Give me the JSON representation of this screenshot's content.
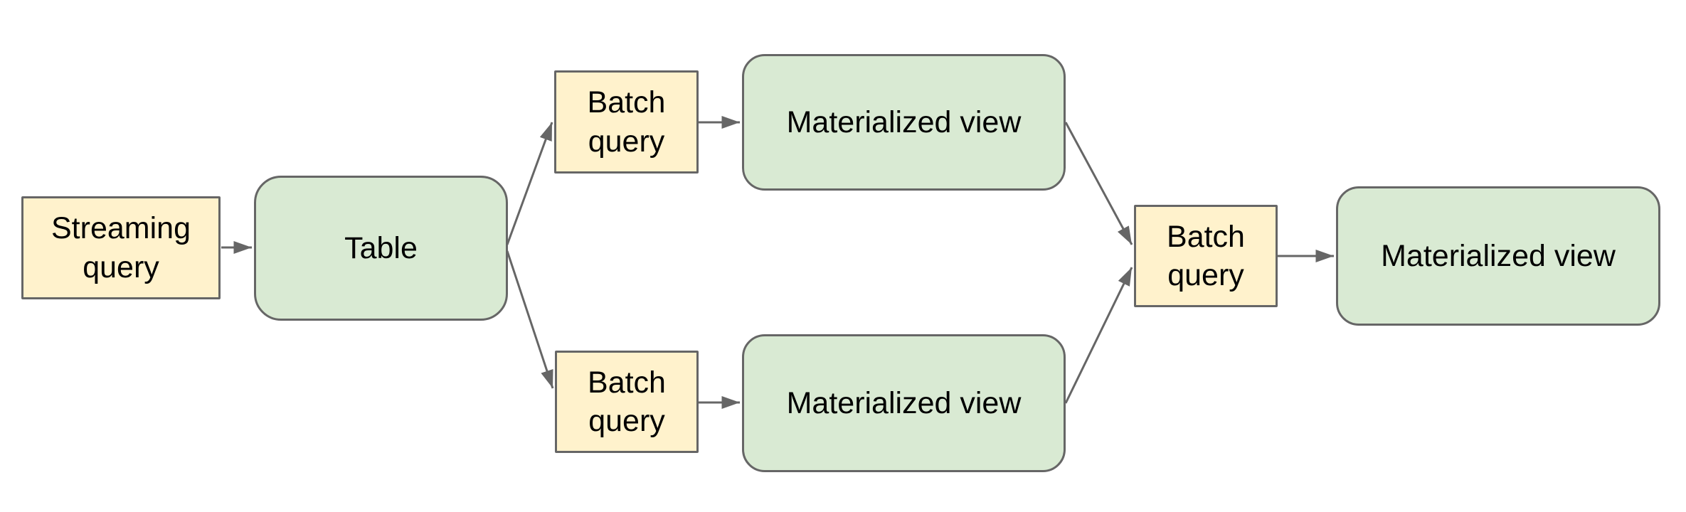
{
  "diagram": {
    "type": "flow-diagram",
    "background": "#ffffff",
    "colors": {
      "query_fill": "#fff2cc",
      "table_fill": "#d9ead3",
      "border_color": "#666666",
      "connector_color": "#666666",
      "text_color": "#000000",
      "bg_color": "#ffffff"
    },
    "nodes": [
      {
        "id": "streaming-query",
        "label": "Streaming query",
        "shape": "rectangle",
        "fill": "#fff2cc"
      },
      {
        "id": "table",
        "label": "Table",
        "shape": "rounded-rectangle",
        "fill": "#d9ead3"
      },
      {
        "id": "batch-query-top",
        "label": "Batch query",
        "shape": "rectangle",
        "fill": "#fff2cc"
      },
      {
        "id": "materialized-view-top",
        "label": "Materialized view",
        "shape": "rounded-rectangle",
        "fill": "#d9ead3"
      },
      {
        "id": "batch-query-bottom",
        "label": "Batch query",
        "shape": "rectangle",
        "fill": "#fff2cc"
      },
      {
        "id": "materialized-view-bottom",
        "label": "Materialized view",
        "shape": "rounded-rectangle",
        "fill": "#d9ead3"
      },
      {
        "id": "batch-query-right",
        "label": "Batch query",
        "shape": "rectangle",
        "fill": "#fff2cc"
      },
      {
        "id": "materialized-view-right",
        "label": "Materialized view",
        "shape": "rounded-rectangle",
        "fill": "#d9ead3"
      }
    ],
    "edges": [
      {
        "from": "streaming-query",
        "to": "table"
      },
      {
        "from": "table",
        "to": "batch-query-top"
      },
      {
        "from": "table",
        "to": "batch-query-bottom"
      },
      {
        "from": "batch-query-top",
        "to": "materialized-view-top"
      },
      {
        "from": "batch-query-bottom",
        "to": "materialized-view-bottom"
      },
      {
        "from": "materialized-view-top",
        "to": "batch-query-right"
      },
      {
        "from": "materialized-view-bottom",
        "to": "batch-query-right"
      },
      {
        "from": "batch-query-right",
        "to": "materialized-view-right"
      }
    ]
  }
}
